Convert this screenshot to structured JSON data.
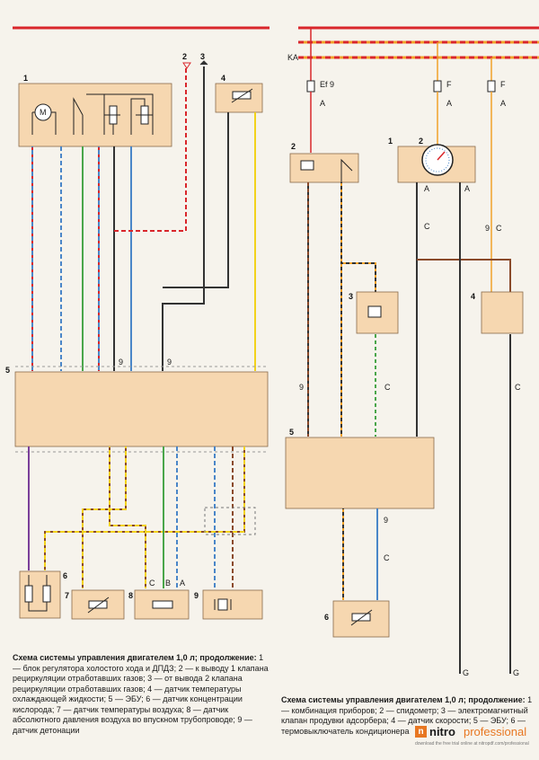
{
  "left": {
    "top_refs": {
      "n2": "2",
      "n3": "3"
    },
    "components": {
      "c1": "1",
      "c4": "4",
      "c5": "5",
      "c6": "6",
      "c7": "7",
      "c8": "8",
      "c9": "9"
    },
    "pin_labels": {
      "p9_a": "9",
      "p9_b": "9",
      "C": "C",
      "B": "B",
      "A": "A"
    },
    "motor_symbol": "M"
  },
  "right": {
    "bus_label": "KA",
    "fuses": [
      {
        "name": "Ef 9",
        "pin": "A"
      },
      {
        "name": "F",
        "pin": "A"
      },
      {
        "name": "F",
        "pin": "A"
      }
    ],
    "components": {
      "c1": "1",
      "c2_relay": "2",
      "c2_gauge": "2",
      "c3": "3",
      "c4": "4",
      "c5": "5",
      "c6": "6"
    },
    "pin_labels": {
      "gauge_a1": "A",
      "gauge_a2": "A",
      "c_left": "C",
      "c_right": "C",
      "nine": "9",
      "ecu_9": "9",
      "ecu_c": "C",
      "sens_c": "C",
      "low_9": "9",
      "low_c": "C",
      "g1": "G",
      "g2": "G"
    }
  },
  "captions": {
    "left_title": "Схема системы управления двигателем 1,0 л; продолжение:",
    "left_body": " 1 — блок регулятора холостого хода и ДПДЗ; 2 — к выводу 1 клапана рециркуляции отработавших газов; 3 — от вывода 2 клапана рециркуляции отработавших газов; 4 — датчик температуры охлаждающей жидкости; 5 — ЭБУ; 6 — датчик концентрации кислорода; 7 — датчик температуры воздуха; 8 — датчик абсолютного давления воздуха во впускном трубопроводе; 9 — датчик детонации",
    "right_title": "Схема системы управления двигателем 1,0 л; продолжение:",
    "right_body": " 1 — комбинация приборов; 2 — спидометр; 3 — электромагнитный клапан продувки адсорбера; 4 — датчик скорости; 5 — ЭБУ; 6 — термовыключатель кондиционера"
  },
  "watermark": {
    "icon": "n",
    "brand": "nitro",
    "product": "professional",
    "sub": "download the free trial online at nitropdf.com/professional"
  },
  "colors": {
    "red": "#d9262b",
    "orange": "#f0a12a",
    "blue": "#4a86c8",
    "black": "#333333",
    "yellow": "#f2d21c",
    "green": "#4aa64a",
    "purple": "#7a3f9a",
    "brown": "#8a4a2a",
    "block_fill": "#f6d7b0"
  }
}
